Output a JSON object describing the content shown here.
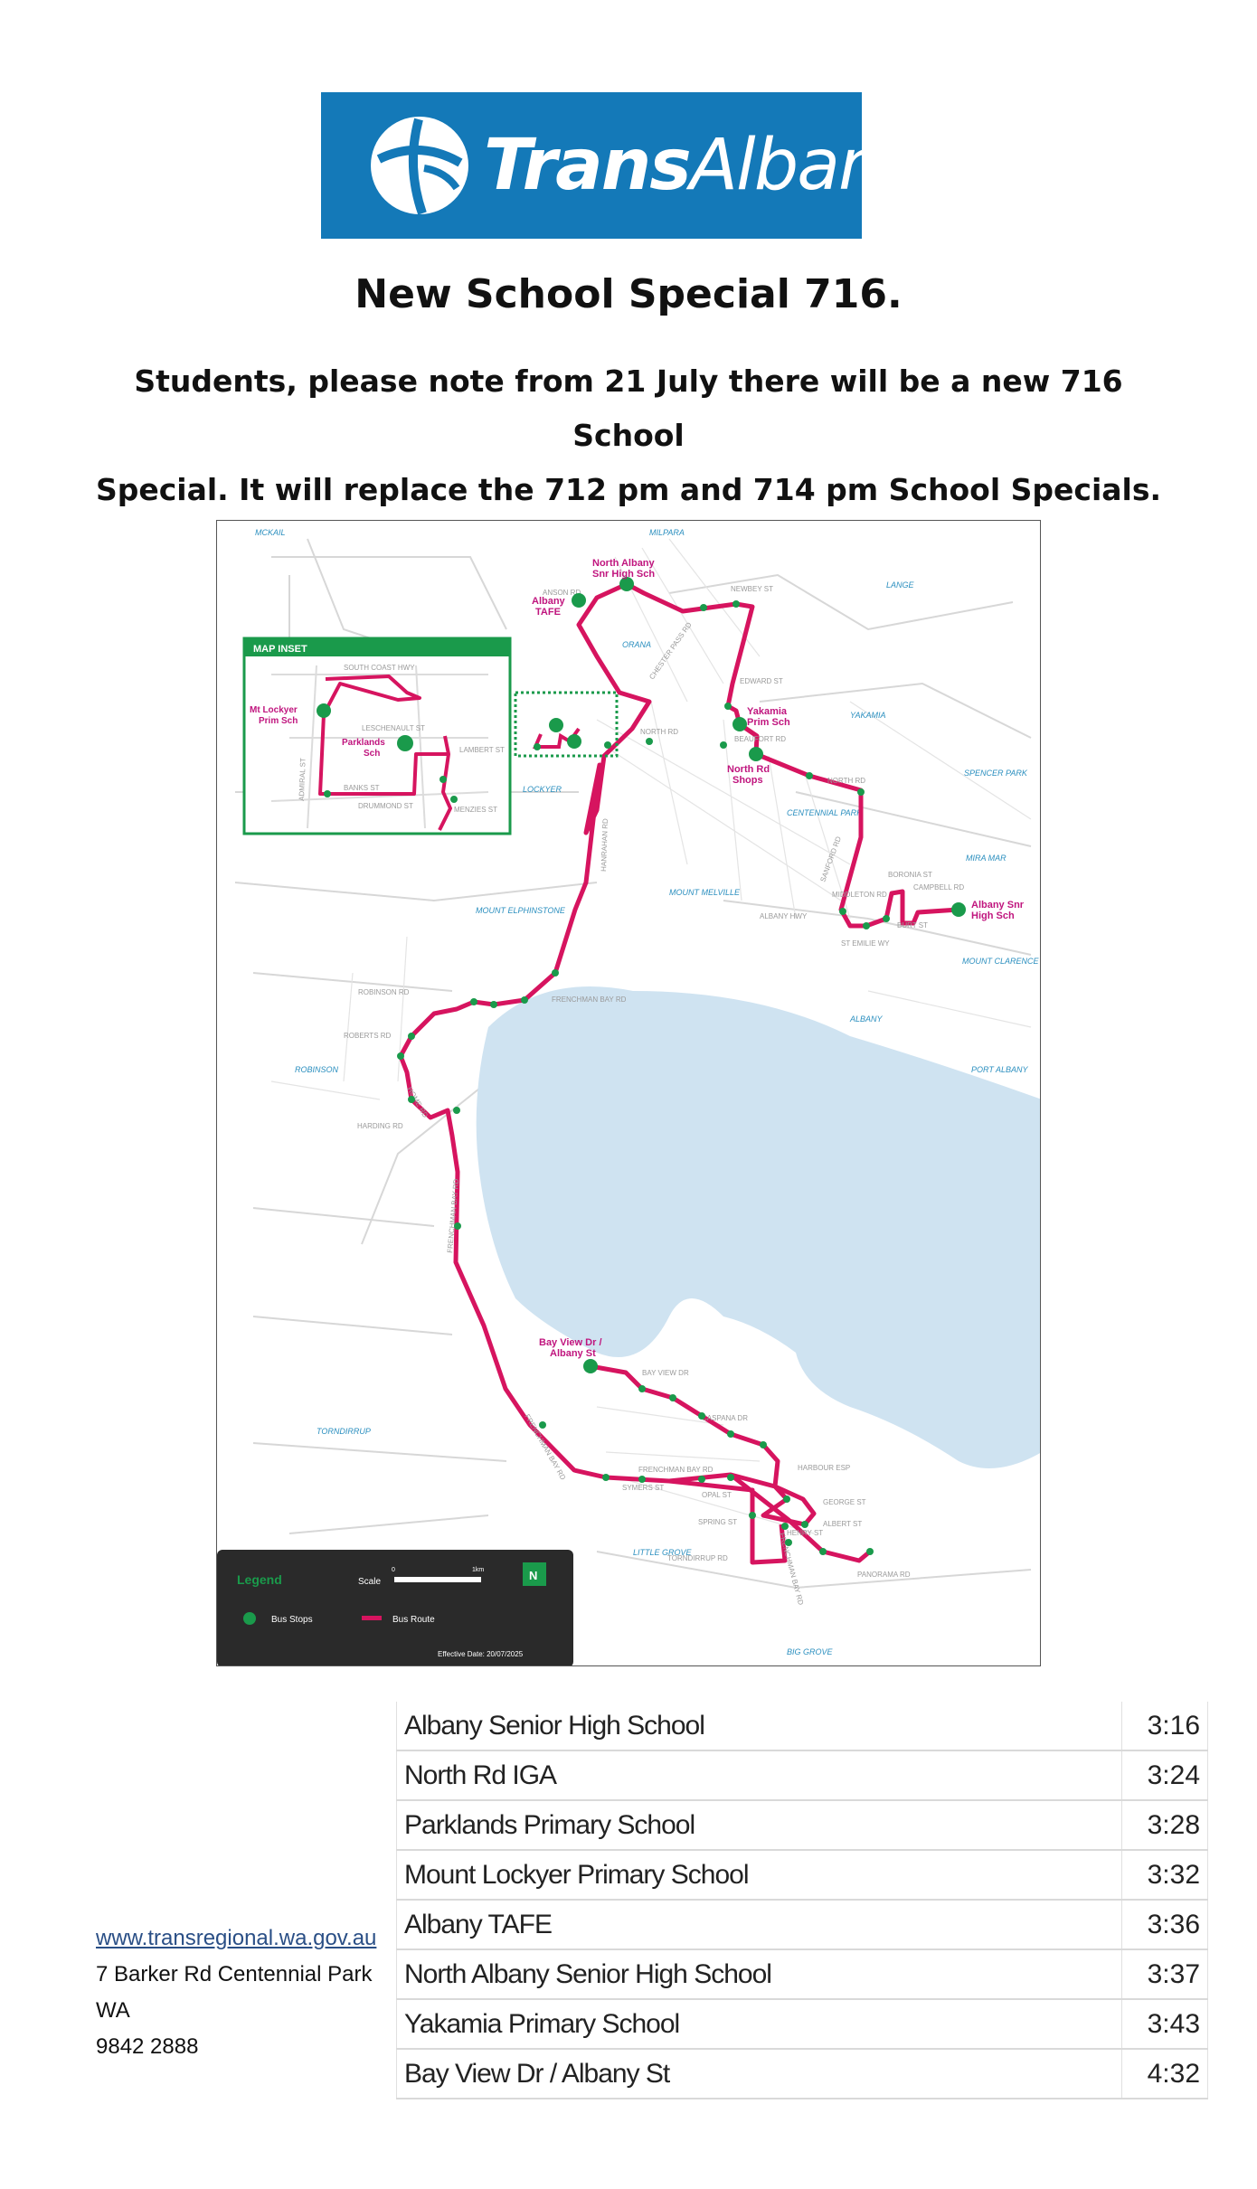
{
  "header": {
    "brand_trans": "Trans",
    "brand_albany": "Albany",
    "brand_color": "#1479b8"
  },
  "title": "New School Special 716.",
  "notice_line1": "Students, please note from 21 July there will be a new 716 School",
  "notice_line2": "Special. It will replace the 712 pm and 714 pm School Specials.",
  "map": {
    "route_color": "#d6145f",
    "stop_color": "#1a9a4b",
    "inset_title": "MAP INSET",
    "suburbs": [
      "MCKAIL",
      "MILPARA",
      "LANGE",
      "ORANA",
      "YAKAMIA",
      "SPENCER PARK",
      "CENTENNIAL PARK",
      "MOUNT MELVILLE",
      "MOUNT ELPHINSTONE",
      "MIRA MAR",
      "MOUNT CLARENCE",
      "ALBANY",
      "PORT ALBANY",
      "LOCKYER",
      "ROBINSON",
      "TORNDIRRUP",
      "LITTLE GROVE",
      "BIG GROVE"
    ],
    "roads": [
      "ANSON RD",
      "NEWBEY ST",
      "ALBANY HWY",
      "CHESTER PASS RD",
      "EDWARD ST",
      "NORTH RD",
      "BEAUFORT RD",
      "SANFORD RD",
      "BORONIA ST",
      "CAMPBELL RD",
      "MIDDLETON RD",
      "BURT ST",
      "ST EMILIE WY",
      "HANRAHAN RD",
      "ROBINSON RD",
      "FRENCHMAN BAY RD",
      "ROBERTS RD",
      "HOME RD",
      "HARDING RD",
      "BAY VIEW DR",
      "CASPANA DR",
      "HARBOUR ESP",
      "SYMERS ST",
      "OPAL ST",
      "GEORGE ST",
      "ALBERT ST",
      "HENRY ST",
      "SPRING ST",
      "TORNDIRRUP RD",
      "PANORAMA RD",
      "SOUTH COAST HWY",
      "LESCHENAULT ST",
      "LAMBERT ST",
      "ADMIRAL ST",
      "BANKS ST",
      "DRUMMOND ST",
      "MENZIES ST"
    ],
    "stops": {
      "north_albany": [
        "North Albany",
        "Snr High Sch"
      ],
      "albany_tafe": [
        "Albany",
        "TAFE"
      ],
      "yakamia": [
        "Yakamia",
        "Prim Sch"
      ],
      "north_rd_shops": [
        "North Rd",
        "Shops"
      ],
      "albany_snr": [
        "Albany Snr",
        "High Sch"
      ],
      "bay_view": [
        "Bay View Dr /",
        "Albany St"
      ],
      "mt_lockyer": [
        "Mt Lockyer",
        "Prim Sch"
      ],
      "parklands": [
        "Parklands",
        "Sch"
      ]
    },
    "legend": {
      "title": "Legend",
      "bus_stops": "Bus Stops",
      "bus_route": "Bus Route",
      "scale_label": "Scale",
      "scale_start": "0",
      "scale_end": "1km",
      "north": "N",
      "effective": "Effective Date: 20/07/2025"
    }
  },
  "contact": {
    "url": "www.transregional.wa.gov.au",
    "address_line1": "7 Barker Rd Centennial Park",
    "address_line2": "WA",
    "phone": "9842 2888"
  },
  "timetable": [
    {
      "stop": "Albany Senior High School",
      "time": "3:16"
    },
    {
      "stop": "North Rd IGA",
      "time": "3:24"
    },
    {
      "stop": "Parklands Primary School",
      "time": "3:28"
    },
    {
      "stop": "Mount Lockyer Primary School",
      "time": "3:32"
    },
    {
      "stop": "Albany TAFE",
      "time": "3:36"
    },
    {
      "stop": "North Albany Senior High School",
      "time": "3:37"
    },
    {
      "stop": "Yakamia Primary School",
      "time": "3:43"
    },
    {
      "stop": "Bay View Dr / Albany St",
      "time": "4:32"
    }
  ]
}
